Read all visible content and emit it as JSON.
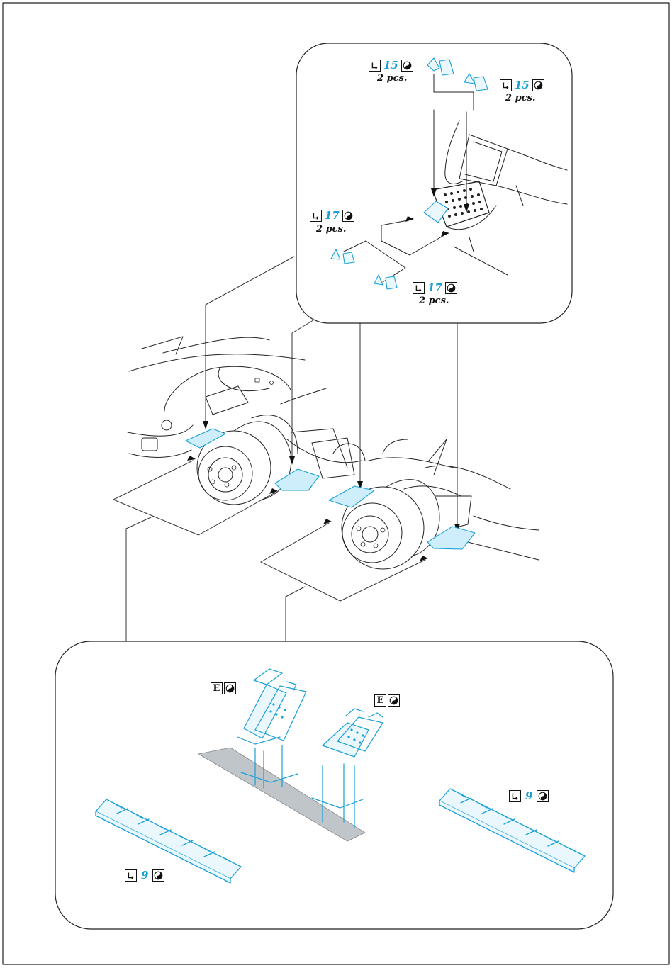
{
  "colors": {
    "line": "#222222",
    "part": "#1aa0d6",
    "part_fill": "#cfeefb",
    "glass": "#9aa4ab"
  },
  "icons": {
    "bend": "bend-icon",
    "both_sides": "yin-yang-icon"
  },
  "callouts": [
    {
      "id": "c15a",
      "part": "15",
      "qty": "2 pcs."
    },
    {
      "id": "c15b",
      "part": "15",
      "qty": "2 pcs."
    },
    {
      "id": "c17a",
      "part": "17",
      "qty": "2 pcs."
    },
    {
      "id": "c17b",
      "part": "17",
      "qty": "2 pcs."
    },
    {
      "id": "cE1",
      "letter": "E"
    },
    {
      "id": "cE2",
      "letter": "E"
    },
    {
      "id": "c9a",
      "part": "9"
    },
    {
      "id": "c9b",
      "part": "9"
    }
  ]
}
